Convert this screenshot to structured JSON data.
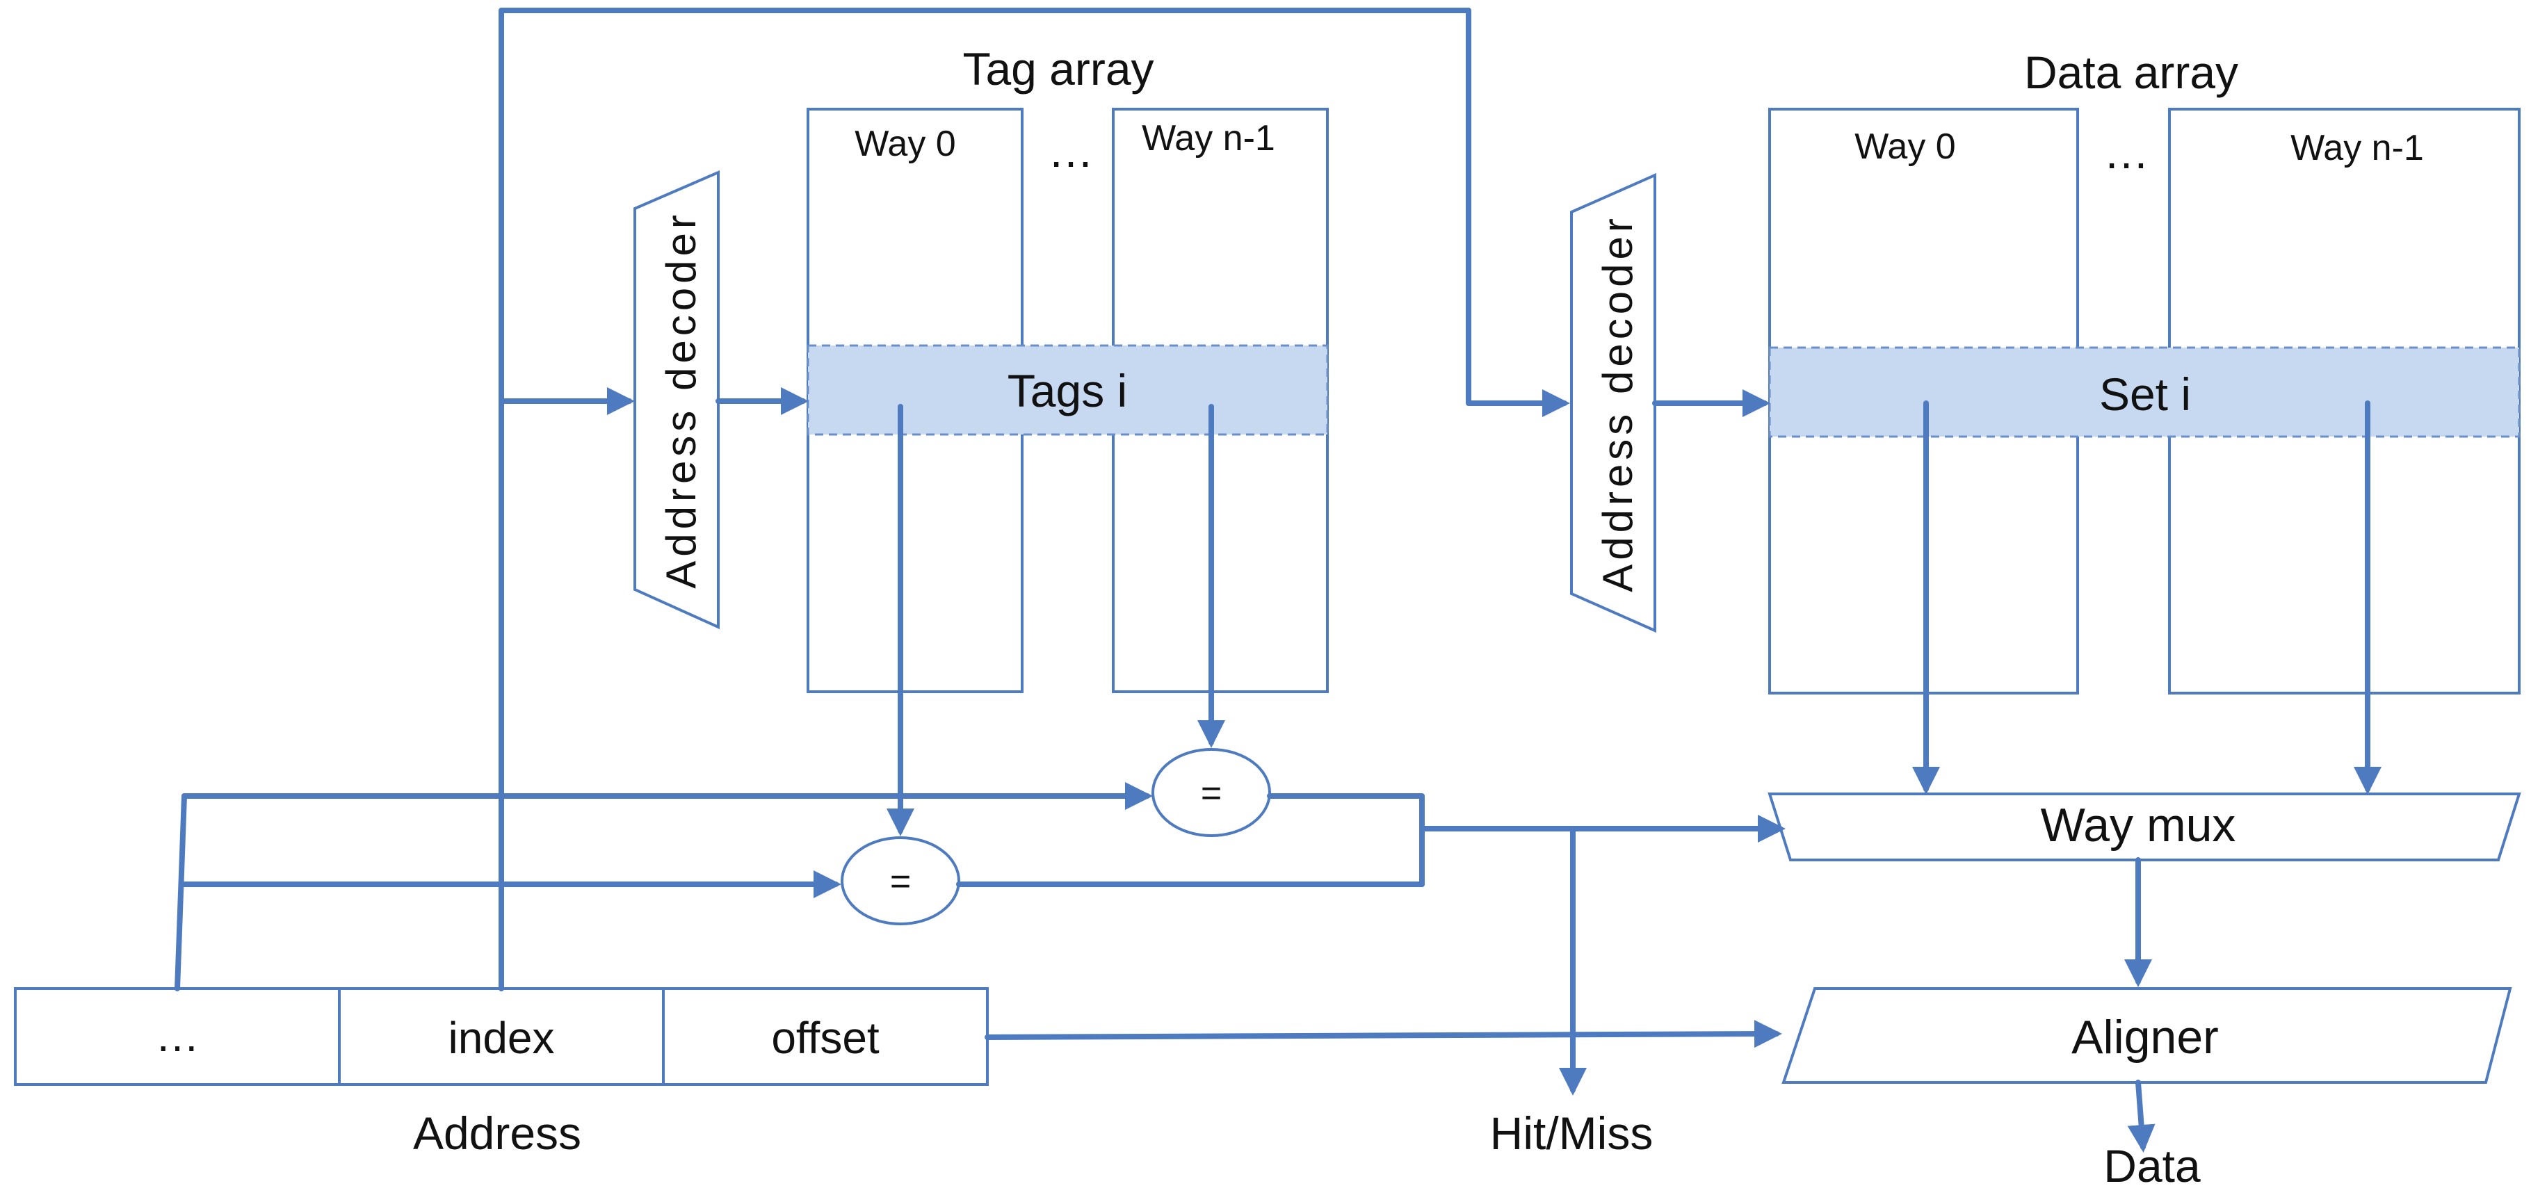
{
  "tag_array": {
    "title": "Tag array",
    "way0": "Way 0",
    "dots": "…",
    "wayn": "Way n-1",
    "band": "Tags i",
    "decoder": "Address decoder"
  },
  "data_array": {
    "title": "Data array",
    "way0": "Way 0",
    "dots": "…",
    "wayn": "Way n-1",
    "band": "Set i",
    "decoder": "Address decoder"
  },
  "comparators": {
    "top": "=",
    "bottom": "="
  },
  "way_mux": "Way mux",
  "aligner": "Aligner",
  "address": {
    "fields": [
      "…",
      "index",
      "offset"
    ],
    "label": "Address"
  },
  "hit_miss": "Hit/Miss",
  "data_out": "Data",
  "colors": {
    "line": "#4e7bbf",
    "band_fill": "#c6d9f1",
    "box_border": "#4e7bbf"
  }
}
